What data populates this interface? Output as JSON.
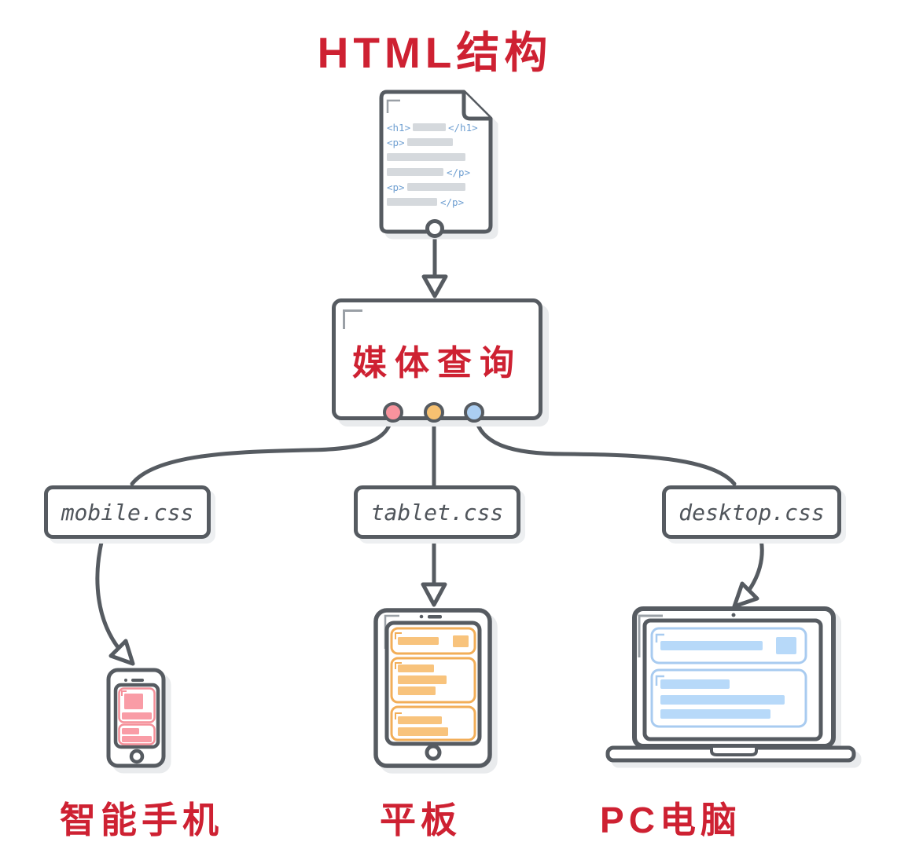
{
  "title": "HTML结构",
  "html_document": {
    "name": "html-document-icon",
    "code_lines": [
      {
        "open": "<h1>",
        "close": "</h1>"
      },
      {
        "open": "<p>",
        "close": ""
      },
      {
        "open": "",
        "close": ""
      },
      {
        "open": "",
        "close": "</p>"
      },
      {
        "open": "<p>",
        "close": ""
      },
      {
        "open": "",
        "close": "</p>"
      }
    ]
  },
  "media_query": {
    "label": "媒体查询"
  },
  "ports": [
    {
      "name": "mobile-port",
      "color": "#f8939d"
    },
    {
      "name": "tablet-port",
      "color": "#f7c171"
    },
    {
      "name": "desktop-port",
      "color": "#abcef2"
    }
  ],
  "stylesheets": [
    {
      "label": "mobile.css"
    },
    {
      "label": "tablet.css"
    },
    {
      "label": "desktop.css"
    }
  ],
  "devices": [
    {
      "name": "smartphone",
      "label": "智能手机"
    },
    {
      "name": "tablet",
      "label": "平板"
    },
    {
      "name": "pc",
      "label": "PC电脑"
    }
  ],
  "colors": {
    "outline": "#565b61",
    "accent_red": "#ce2132",
    "code_tag_blue": "#6f9fd1",
    "placeholder_gray": "#d5d9dd",
    "phone_pink_border": "#f58f99",
    "phone_pink_fill": "#f99ca6",
    "tablet_orange_border": "#f2ae58",
    "tablet_orange_fill": "#f8c37c",
    "desktop_blue_border": "#a8cbf0",
    "desktop_blue_fill": "#b7d9f9"
  }
}
